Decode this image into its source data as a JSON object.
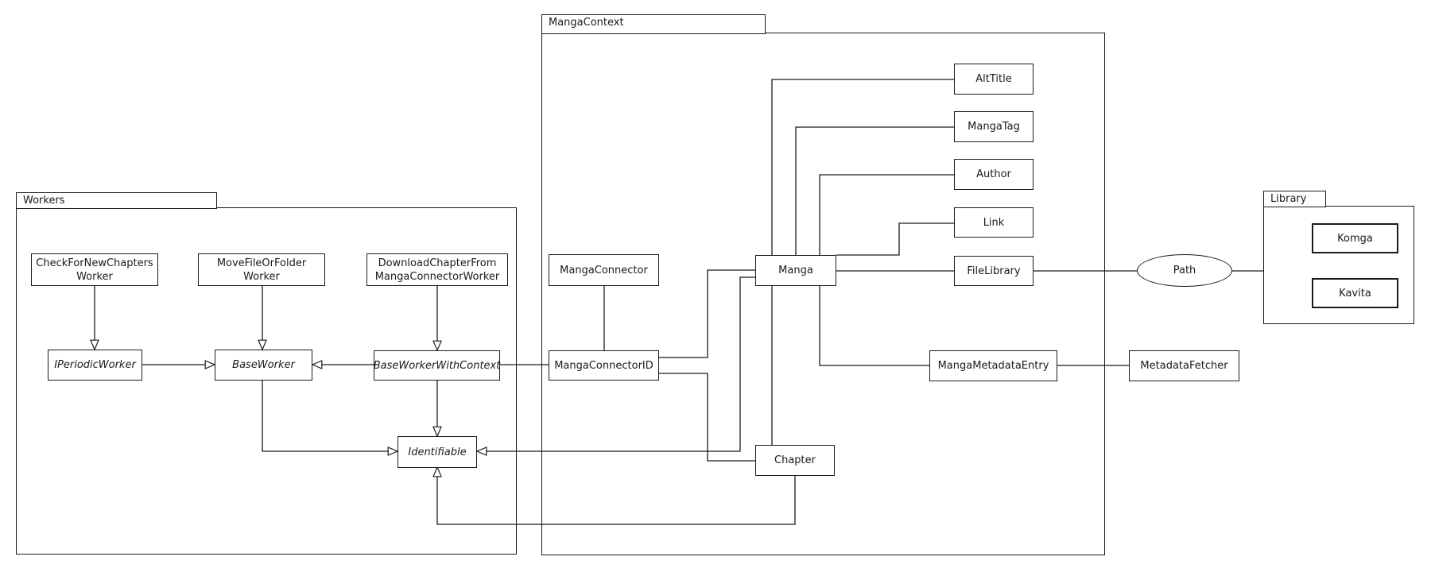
{
  "diagram": {
    "kind": "uml-class-diagram",
    "colors": {
      "line": "#1a1a1a",
      "background": "#ffffff",
      "node_fill": "#ffffff"
    },
    "packages": {
      "workers": {
        "label": "Workers"
      },
      "manga_context": {
        "label": "MangaContext"
      },
      "library": {
        "label": "Library"
      }
    },
    "nodes": {
      "check_for_new_chapters_worker": {
        "label": "CheckForNewChapters\nWorker",
        "package": "Workers",
        "abstract": false
      },
      "move_file_or_folder_worker": {
        "label": "MoveFileOrFolder\nWorker",
        "package": "Workers",
        "abstract": false
      },
      "download_chapter_from_manga_connector_worker": {
        "label": "DownloadChapterFrom\nMangaConnectorWorker",
        "package": "Workers",
        "abstract": false
      },
      "iperiodic_worker": {
        "label": "IPeriodicWorker",
        "package": "Workers",
        "abstract": true
      },
      "base_worker": {
        "label": "BaseWorker",
        "package": "Workers",
        "abstract": true
      },
      "base_worker_with_context": {
        "label": "BaseWorkerWithContext",
        "package": "Workers",
        "abstract": true
      },
      "identifiable": {
        "label": "Identifiable",
        "package": "Workers",
        "abstract": true
      },
      "manga_connector": {
        "label": "MangaConnector",
        "package": "MangaContext",
        "abstract": false
      },
      "manga_connector_id": {
        "label": "MangaConnectorID",
        "package": "MangaContext",
        "abstract": false
      },
      "manga": {
        "label": "Manga",
        "package": "MangaContext",
        "abstract": false
      },
      "chapter": {
        "label": "Chapter",
        "package": "MangaContext",
        "abstract": false
      },
      "alt_title": {
        "label": "AltTitle",
        "package": "MangaContext",
        "abstract": false
      },
      "manga_tag": {
        "label": "MangaTag",
        "package": "MangaContext",
        "abstract": false
      },
      "author": {
        "label": "Author",
        "package": "MangaContext",
        "abstract": false
      },
      "link": {
        "label": "Link",
        "package": "MangaContext",
        "abstract": false
      },
      "file_library": {
        "label": "FileLibrary",
        "package": "MangaContext",
        "abstract": false
      },
      "manga_metadata_entry": {
        "label": "MangaMetadataEntry",
        "package": "MangaContext",
        "abstract": false
      },
      "metadata_fetcher": {
        "label": "MetadataFetcher",
        "package": null,
        "abstract": false
      },
      "path": {
        "label": "Path",
        "package": null,
        "shape": "ellipse",
        "abstract": false
      },
      "komga": {
        "label": "Komga",
        "package": "Library",
        "abstract": false
      },
      "kavita": {
        "label": "Kavita",
        "package": "Library",
        "abstract": false
      }
    },
    "edges": [
      {
        "from": "CheckForNewChaptersWorker",
        "to": "IPeriodicWorker",
        "type": "generalization"
      },
      {
        "from": "MoveFileOrFolderWorker",
        "to": "BaseWorker",
        "type": "generalization"
      },
      {
        "from": "DownloadChapterFromMangaConnectorWorker",
        "to": "BaseWorkerWithContext",
        "type": "generalization"
      },
      {
        "from": "IPeriodicWorker",
        "to": "BaseWorker",
        "type": "generalization"
      },
      {
        "from": "BaseWorkerWithContext",
        "to": "BaseWorker",
        "type": "generalization"
      },
      {
        "from": "BaseWorker",
        "to": "Identifiable",
        "type": "generalization"
      },
      {
        "from": "BaseWorkerWithContext",
        "to": "Identifiable",
        "type": "generalization"
      },
      {
        "from": "BaseWorkerWithContext",
        "to": "MangaConnectorID",
        "type": "association"
      },
      {
        "from": "MangaConnector",
        "to": "MangaConnectorID",
        "type": "association"
      },
      {
        "from": "MangaConnectorID",
        "to": "Manga",
        "type": "association"
      },
      {
        "from": "MangaConnectorID",
        "to": "Chapter",
        "type": "association"
      },
      {
        "from": "Manga",
        "to": "Identifiable",
        "type": "generalization"
      },
      {
        "from": "Manga",
        "to": "Chapter",
        "type": "association"
      },
      {
        "from": "Manga",
        "to": "AltTitle",
        "type": "association"
      },
      {
        "from": "Manga",
        "to": "MangaTag",
        "type": "association"
      },
      {
        "from": "Manga",
        "to": "Author",
        "type": "association"
      },
      {
        "from": "Manga",
        "to": "Link",
        "type": "association"
      },
      {
        "from": "Manga",
        "to": "FileLibrary",
        "type": "association"
      },
      {
        "from": "Manga",
        "to": "MangaMetadataEntry",
        "type": "association"
      },
      {
        "from": "MangaMetadataEntry",
        "to": "MetadataFetcher",
        "type": "association"
      },
      {
        "from": "FileLibrary",
        "to": "Path",
        "type": "association"
      },
      {
        "from": "Path",
        "to": "Library",
        "type": "association"
      },
      {
        "from": "Chapter",
        "to": "Identifiable",
        "type": "generalization"
      }
    ]
  }
}
